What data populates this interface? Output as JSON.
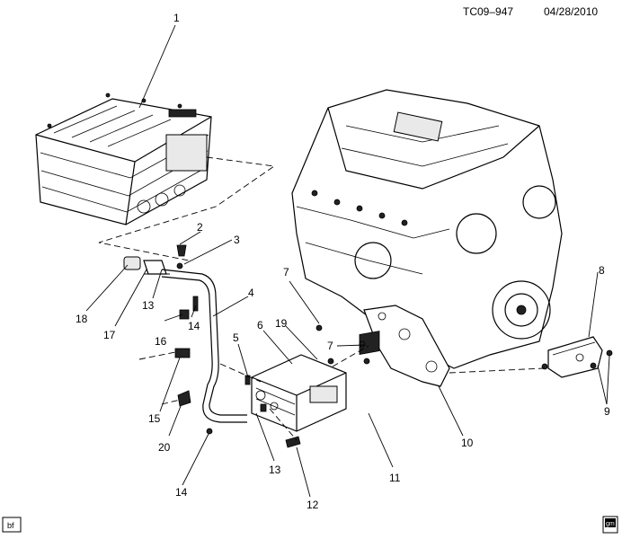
{
  "header": {
    "diagram_id": "TC09–947",
    "date": "04/28/2010"
  },
  "corner_badge": {
    "label": "bf"
  },
  "logo": {
    "text": "gm"
  },
  "callouts": [
    {
      "id": "c1",
      "label": "1"
    },
    {
      "id": "c2",
      "label": "2"
    },
    {
      "id": "c3",
      "label": "3"
    },
    {
      "id": "c4",
      "label": "4"
    },
    {
      "id": "c5",
      "label": "5"
    },
    {
      "id": "c6",
      "label": "6"
    },
    {
      "id": "c7a",
      "label": "7"
    },
    {
      "id": "c7b",
      "label": "7"
    },
    {
      "id": "c8",
      "label": "8"
    },
    {
      "id": "c9",
      "label": "9"
    },
    {
      "id": "c10",
      "label": "10"
    },
    {
      "id": "c11",
      "label": "11"
    },
    {
      "id": "c12",
      "label": "12"
    },
    {
      "id": "c13a",
      "label": "13"
    },
    {
      "id": "c13b",
      "label": "13"
    },
    {
      "id": "c14a",
      "label": "14"
    },
    {
      "id": "c14b",
      "label": "14"
    },
    {
      "id": "c15",
      "label": "15"
    },
    {
      "id": "c16",
      "label": "16"
    },
    {
      "id": "c17",
      "label": "17"
    },
    {
      "id": "c18",
      "label": "18"
    },
    {
      "id": "c19",
      "label": "19"
    },
    {
      "id": "c20",
      "label": "20"
    }
  ]
}
